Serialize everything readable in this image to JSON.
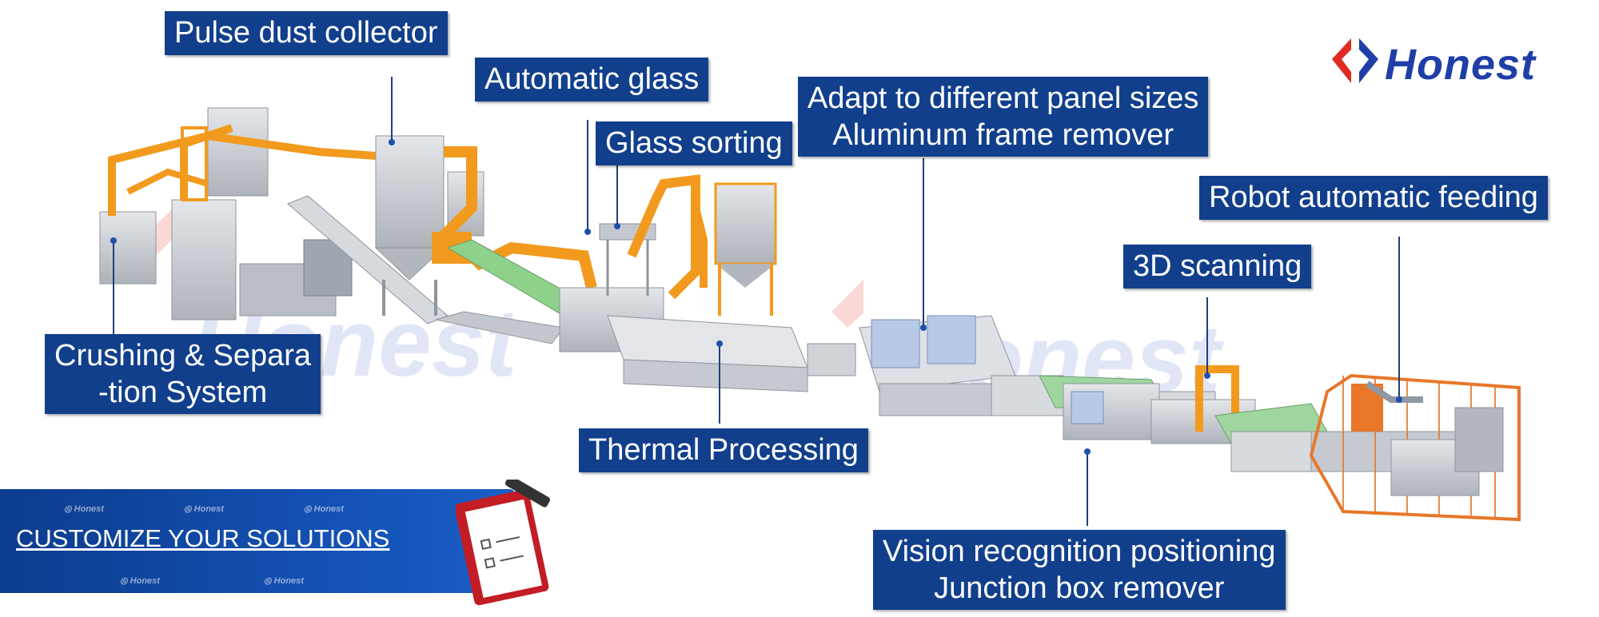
{
  "labels": {
    "pulse_dust_collector": "Pulse dust collector",
    "automatic_glass": "Automatic glass",
    "glass_sorting": "Glass sorting",
    "frame_remover_line1": "Adapt to different panel sizes",
    "frame_remover_line2": "Aluminum frame remover",
    "robot_feeding": "Robot automatic feeding",
    "scanning_3d": "3D scanning",
    "crushing_line1": "Crushing & Separa",
    "crushing_line2": "-tion System",
    "thermal_processing": "Thermal Processing",
    "vision_line1": "Vision recognition positioning",
    "vision_line2": "Junction box remover"
  },
  "banner": {
    "text": "CUSTOMIZE YOUR SOLUTIONS"
  },
  "logo": {
    "text": "Honest"
  },
  "colors": {
    "label_bg": "#113f8c",
    "machine_orange": "#f29a1e",
    "machine_grey": "#c9ccd1",
    "brand_red": "#e02b20",
    "brand_blue": "#1f3ea8",
    "fence_orange": "#e8772a"
  }
}
